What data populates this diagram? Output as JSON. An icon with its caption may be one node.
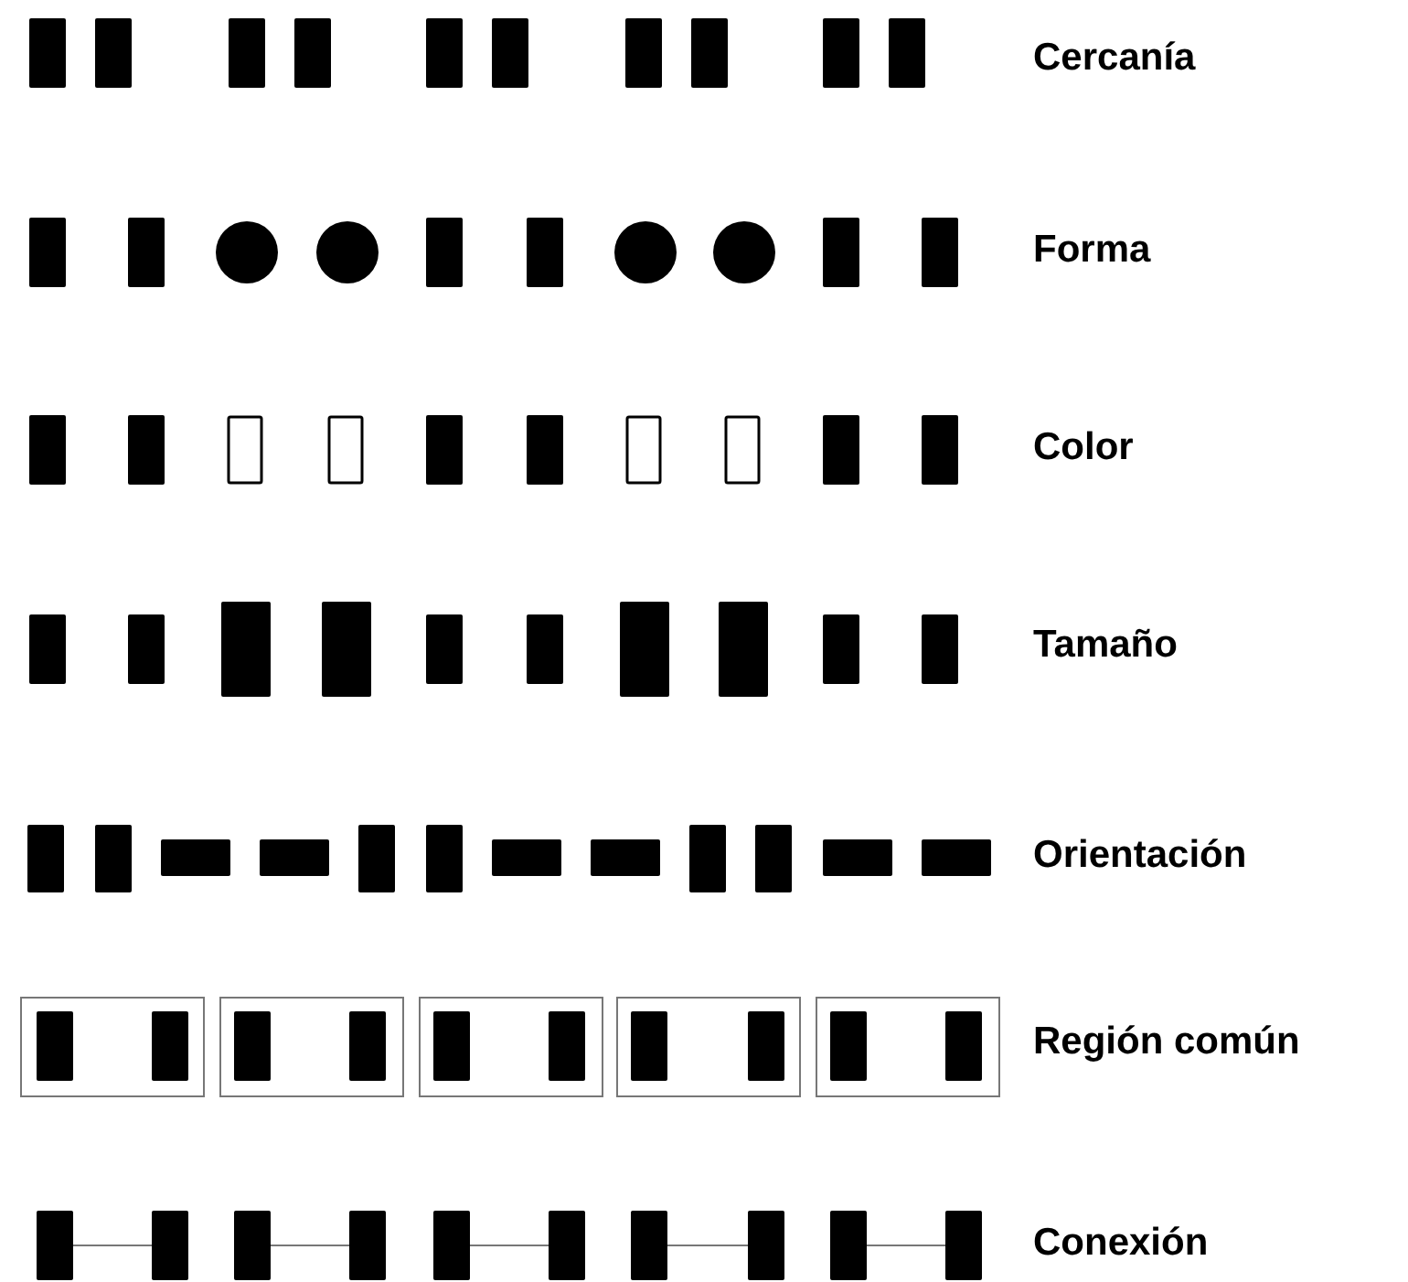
{
  "diagram": {
    "nodes": [
      {
        "text": [],
        "shape": "bar"
      },
      {
        "text": [],
        "shape": "bar"
      },
      {
        "text": [],
        "shape": "bar"
      },
      {
        "text": [],
        "shape": "bar"
      },
      {
        "text": [],
        "shape": "bar"
      },
      {
        "text": [],
        "shape": "bar"
      },
      {
        "text": [],
        "shape": "bar"
      },
      {
        "text": [],
        "shape": "bar"
      },
      {
        "text": [],
        "shape": "bar"
      },
      {
        "text": [],
        "shape": "bar"
      }
    ],
    "edges": [
      {
        "from": 0,
        "to": 1,
        "arrow": "none"
      },
      {
        "from": 2,
        "to": 3,
        "arrow": "none"
      },
      {
        "from": 4,
        "to": 5,
        "arrow": "none"
      },
      {
        "from": 6,
        "to": 7,
        "arrow": "none"
      },
      {
        "from": 8,
        "to": 9,
        "arrow": "none"
      }
    ],
    "labels": [
      "Cercanía",
      "Forma",
      "Color",
      "Tamaño",
      "Orientación",
      "Región común",
      "Conexión"
    ]
  }
}
